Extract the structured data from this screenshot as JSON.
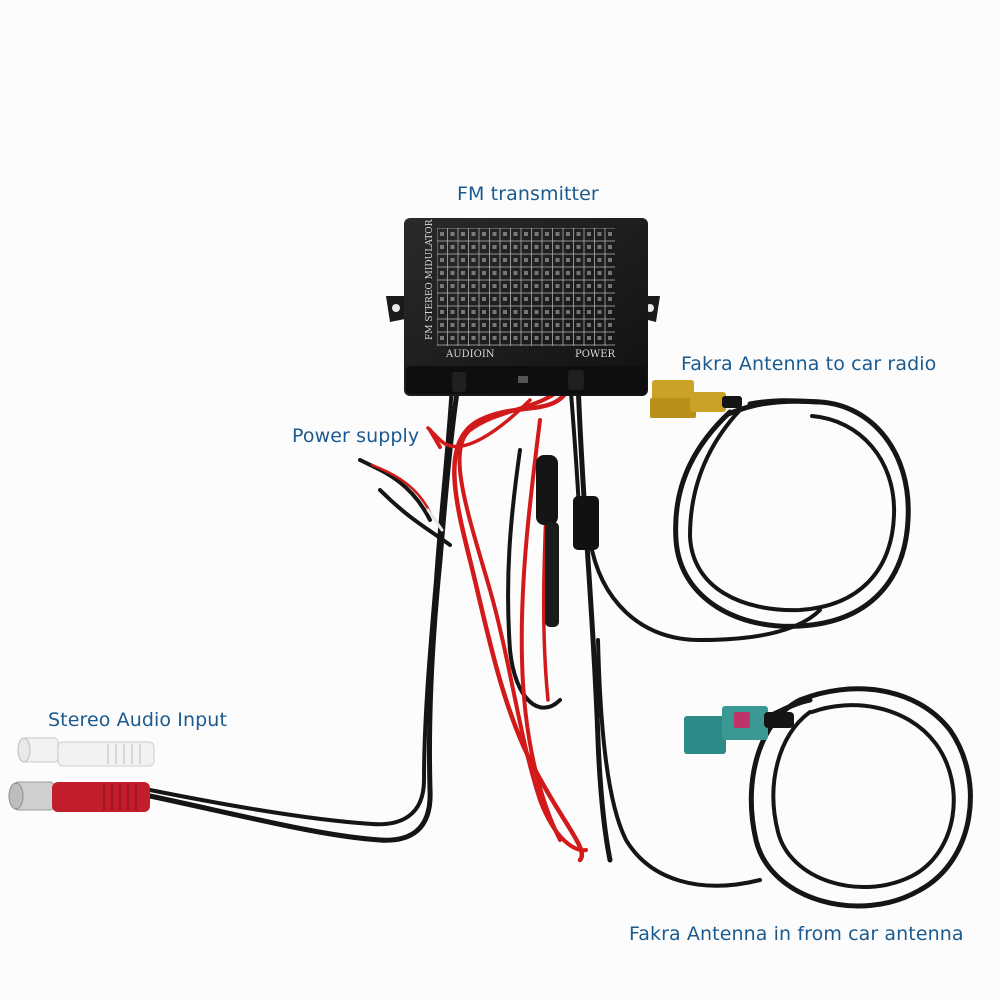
{
  "labels": {
    "fm_transmitter": "FM transmitter",
    "fakra_to_radio": "Fakra Antenna to car radio",
    "power_supply": "Power supply",
    "stereo_audio_input": "Stereo Audio Input",
    "fakra_in": "Fakra Antenna in from car antenna"
  },
  "device": {
    "side_text": "FM STEREO MIDULATOR",
    "audio_port": "AUDIOIN",
    "power_port": "POWER"
  },
  "colors": {
    "label_text": "#1a5a8f",
    "background": "#fcfcfc",
    "housing": "#1c1c1c",
    "red_wire": "#d21a1a",
    "black_wire": "#151515",
    "fakra_yellow": "#c9a227",
    "fakra_teal": "#2e8a86",
    "fakra_pink": "#c0336a",
    "rca_white": "#f2f2f2",
    "rca_red": "#c21d2a"
  }
}
